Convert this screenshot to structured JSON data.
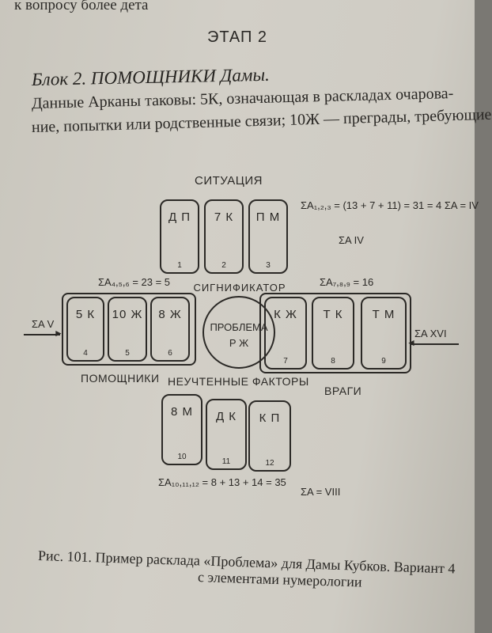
{
  "top_snippet": "к вопросу более дета",
  "stage": "ЭТАП 2",
  "block_title": "Блок 2. ПОМОЩНИКИ Дамы.",
  "paragraph": {
    "line1": "Данные Арканы таковы: 5К, означающая в раскладах очарова-",
    "line2": "ние, попытки или родственные связи; 10Ж — преграды, требующие"
  },
  "diagram": {
    "situation_title": "СИТУАЦИЯ",
    "top_cards": [
      {
        "label": "Д П",
        "num": "1"
      },
      {
        "label": "7 К",
        "num": "2"
      },
      {
        "label": "П М",
        "num": "3"
      }
    ],
    "sum_top": "ΣA₁,₂,₃ = (13 + 7 + 11) = 31 = 4 ΣA = IV",
    "sum_top_b": "ΣA IV",
    "sum_helpers": "ΣA₄,₅,₆ = 23 = 5",
    "sum_enemies": "ΣA₇,₈,₉ = 16",
    "left_sum": "ΣA V",
    "right_sum": "ΣA XVI",
    "helper_cards": [
      {
        "label": "5 К",
        "num": "4"
      },
      {
        "label": "10 Ж",
        "num": "5"
      },
      {
        "label": "8 Ж",
        "num": "6"
      }
    ],
    "significator": {
      "arc": "СИГНИФИКАТОР",
      "line1": "ПРОБЛЕМА",
      "line2": "Р Ж"
    },
    "enemy_cards": [
      {
        "label": "К Ж",
        "num": "7"
      },
      {
        "label": "Т К",
        "num": "8"
      },
      {
        "label": "Т М",
        "num": "9"
      }
    ],
    "helpers_title": "ПОМОЩНИКИ",
    "unaccounted_title": "НЕУЧТЕННЫЕ ФАКТОРЫ",
    "enemies_title": "ВРАГИ",
    "bottom_cards": [
      {
        "label": "8 М",
        "num": "10"
      },
      {
        "label": "Д К",
        "num": "11"
      },
      {
        "label": "К П",
        "num": "12"
      }
    ],
    "sum_bottom": "ΣA₁₀,₁₁,₁₂ = 8 + 13 + 14 = 35",
    "sum_bottom_b": "ΣA = VIII"
  },
  "caption": {
    "line1": "Рис. 101. Пример расклада «Проблема» для Дамы Кубков. Вариант 4",
    "line2": "с элементами нумерологии"
  }
}
